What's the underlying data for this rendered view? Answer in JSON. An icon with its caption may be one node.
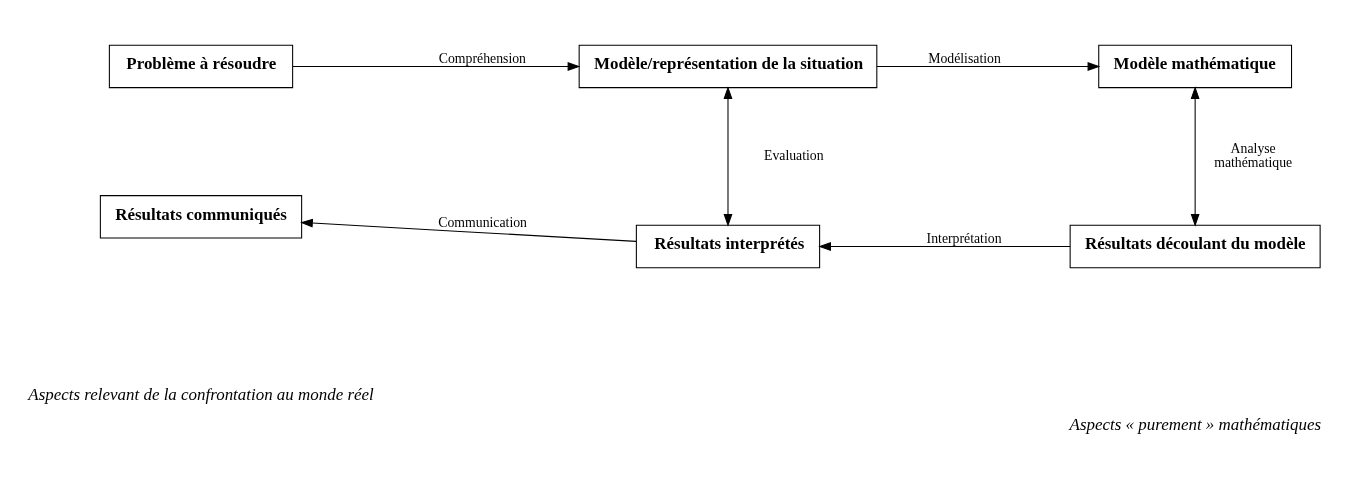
{
  "diagram": {
    "nodes": [
      {
        "text": [
          "Problème à résoudre"
        ]
      },
      {
        "text": [
          "Modèle/représentation de la situation"
        ]
      },
      {
        "text": [
          "Modèle mathématique"
        ]
      },
      {
        "text": [
          "Résultats communiqués"
        ]
      },
      {
        "text": [
          "Résultats interprétés"
        ]
      },
      {
        "text": [
          "Résultats découlant du modèle"
        ]
      }
    ],
    "edges": [
      {
        "from": 0,
        "to": 1,
        "arrow": "to",
        "label": "Compréhension"
      },
      {
        "from": 1,
        "to": 2,
        "arrow": "to",
        "label": "Modélisation"
      },
      {
        "from": 1,
        "to": 4,
        "arrow": "both",
        "label": "Evaluation"
      },
      {
        "from": 2,
        "to": 5,
        "arrow": "both",
        "label": "Analyse mathématique"
      },
      {
        "from": 5,
        "to": 4,
        "arrow": "to",
        "label": "Interprétation"
      },
      {
        "from": 4,
        "to": 3,
        "arrow": "to",
        "label": "Communication"
      }
    ],
    "labels": [
      "Aspects relevant de la confrontation au monde réel",
      "Aspects « purement » mathématiques"
    ]
  }
}
